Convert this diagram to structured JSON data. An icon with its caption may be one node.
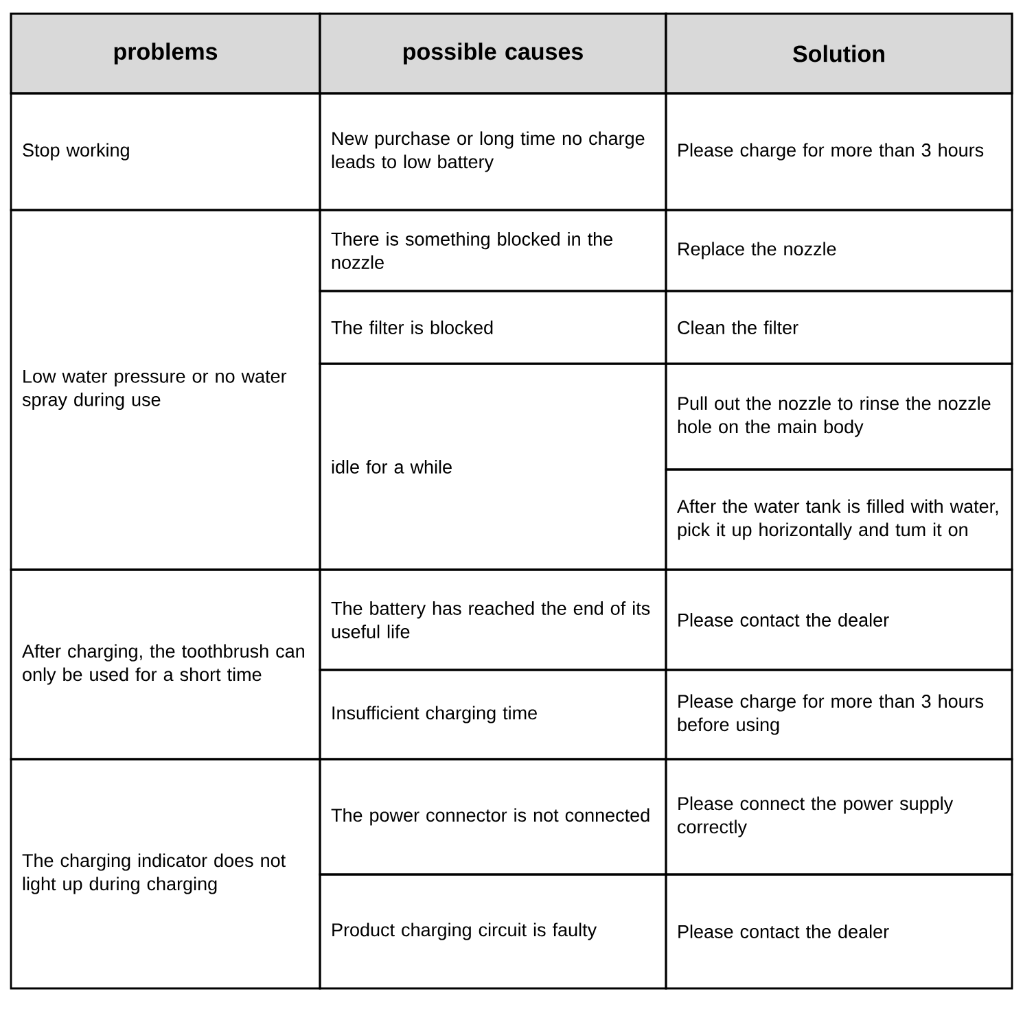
{
  "diagram": {
    "labels": [
      "problems",
      "possible causes",
      "Solution",
      "Stop working",
      "New purchase or long time no charge leads to low battery",
      "Please charge for more than 3 hours",
      "Low water pressure or no water spray during use",
      "There is something blocked in the nozzle",
      "Replace the nozzle",
      "The filter is blocked",
      "Clean the filter",
      "idle for a while",
      "Pull out the nozzle to rinse the nozzle hole on the main body",
      "After the water tank is filled with water, pick it up horizontally and tum it on",
      "After charging, the toothbrush can only be used for a short time",
      "The battery has reached the end of its useful life",
      "Please contact the dealer",
      "Insufficient charging time",
      "Please charge for more than 3 hours before using",
      "The charging indicator does not light up during charging",
      "The power connector is not connected",
      "Please connect the power supply correctly",
      "Product charging circuit is faulty",
      "Please contact the dealer"
    ]
  }
}
